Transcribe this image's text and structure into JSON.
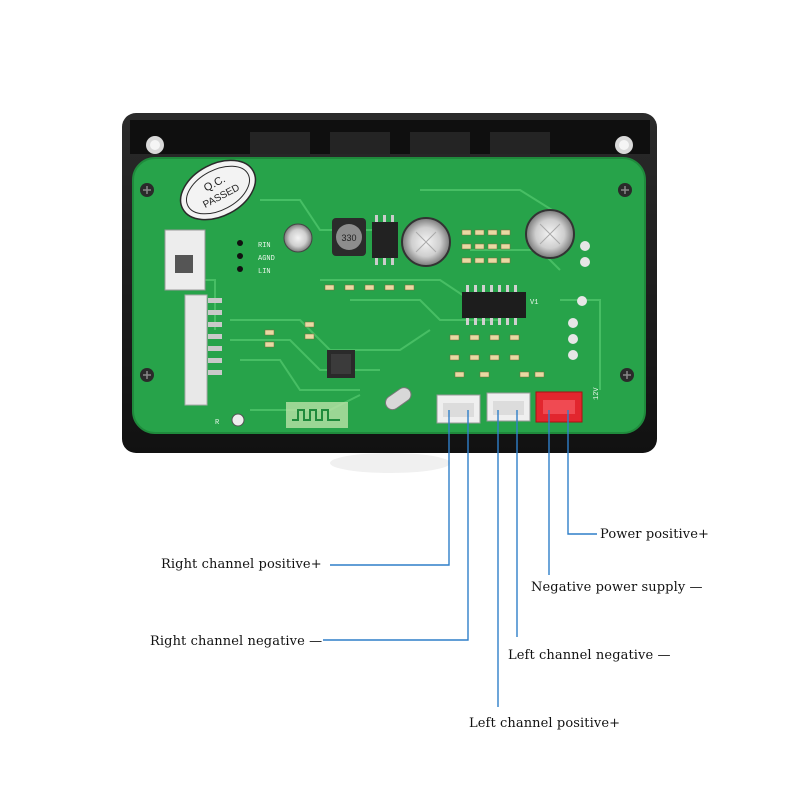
{
  "board": {
    "qc_stamp_line1": "Q.C.",
    "qc_stamp_line2": "PASSED",
    "silk_rin": "RIN",
    "silk_agnd": "AGND",
    "silk_lin": "LIN",
    "silk_v1": "V1",
    "silk_r": "R",
    "silk_12v": "12V",
    "inductor_mark": "330"
  },
  "labels": {
    "power_positive": "Power positive+",
    "negative_power_supply": "Negative power supply —",
    "right_channel_positive": "Right channel positive+",
    "right_channel_negative": "Right channel negative —",
    "left_channel_negative": "Left channel negative —",
    "left_channel_positive": "Left channel positive+"
  },
  "colors": {
    "pcb_green": "#27a34a",
    "pcb_dark_green": "#1f8a3c",
    "enclosure": "#1b1b1b",
    "leader_line": "#2f7fc9",
    "connector_white": "#efefef",
    "connector_red": "#e2262e"
  }
}
